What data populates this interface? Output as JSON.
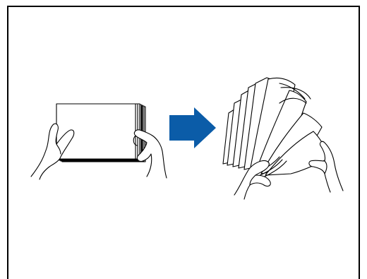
{
  "illustration": {
    "subject": "fan-the-paper-stack",
    "steps": [
      "stack-of-paper-held-by-both-hands",
      "sheets-fanned-apart"
    ],
    "icons": [
      "paper-stack-icon",
      "arrow-right-icon",
      "fanned-paper-icon",
      "left-hand-icon",
      "right-hand-icon"
    ]
  },
  "colors": {
    "arrow": "#0B5CA8",
    "frame": "#000000",
    "background": "#ffffff"
  }
}
